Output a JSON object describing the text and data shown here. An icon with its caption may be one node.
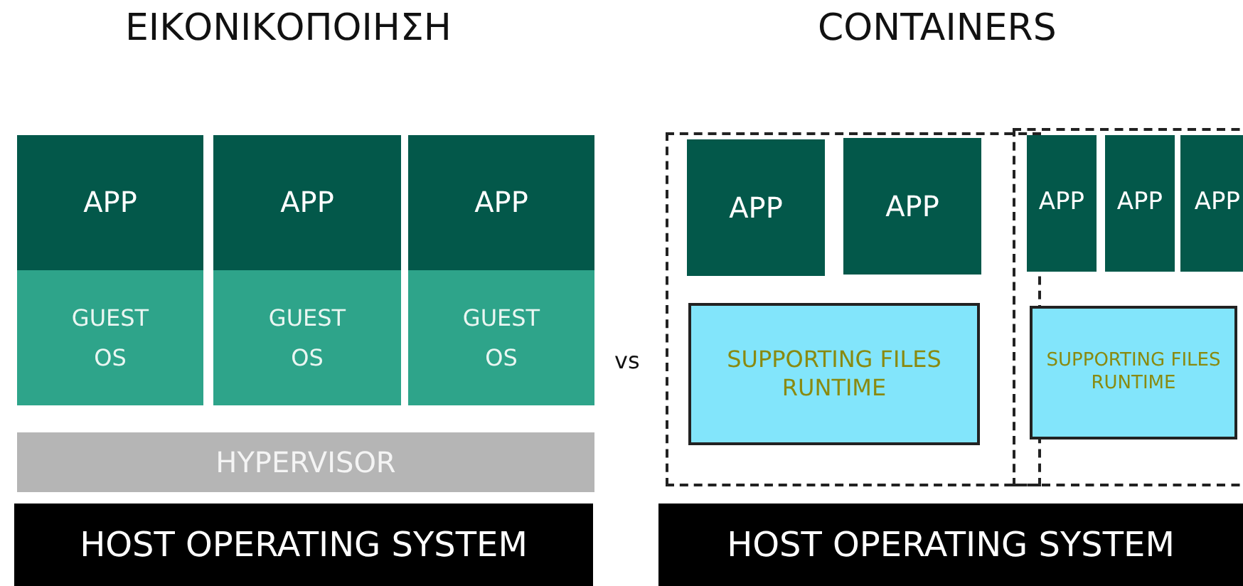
{
  "diagram": {
    "nodes": [
      {
        "text": [
          "APP"
        ]
      },
      {
        "text": [
          "GUEST OS"
        ]
      },
      {
        "text": [
          "APP"
        ]
      },
      {
        "text": [
          "GUEST OS"
        ]
      },
      {
        "text": [
          "APP"
        ]
      },
      {
        "text": [
          "GUEST OS"
        ]
      },
      {
        "text": [
          "HYPERVISOR"
        ]
      },
      {
        "text": [
          "HOST OPERATING SYSTEM"
        ]
      },
      {
        "text": [],
        "shape": "box"
      },
      {
        "text": [
          "APP"
        ],
        "in": 8
      },
      {
        "text": [
          "APP"
        ],
        "in": 8
      },
      {
        "text": [
          "SUPPORTING FILES RUNTIME"
        ],
        "in": 8
      },
      {
        "text": [],
        "shape": "box"
      },
      {
        "text": [
          "APP"
        ],
        "in": 12
      },
      {
        "text": [
          "APP"
        ],
        "in": 12
      },
      {
        "text": [
          "APP"
        ],
        "in": 12
      },
      {
        "text": [
          "SUPPORTING FILES RUNTIME"
        ],
        "in": 12
      },
      {
        "text": [
          "HOST OPERATING SYSTEM"
        ]
      }
    ],
    "labels": [
      "ΕΙΚΟΝΙΚΟΠΟΙΗΣΗ",
      "CONTAINERS",
      "vs"
    ]
  }
}
